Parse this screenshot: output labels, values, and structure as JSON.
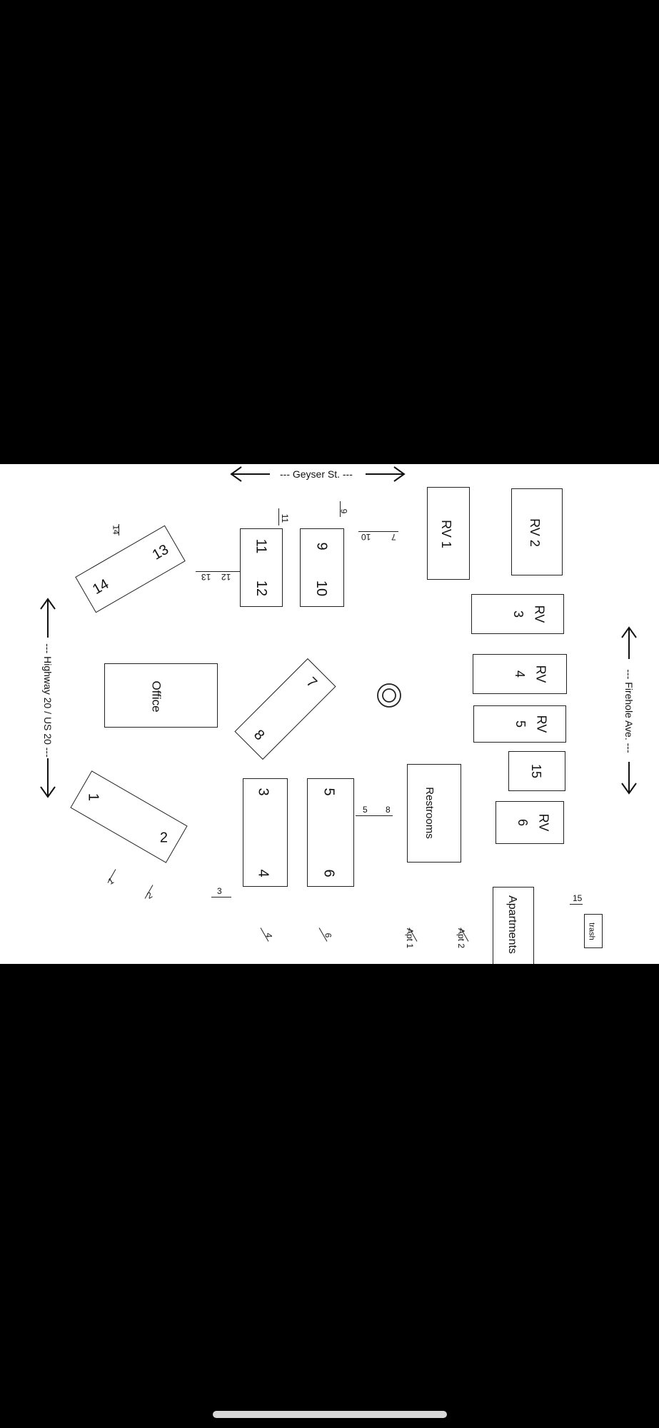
{
  "roads": {
    "top": "--- Geyser St. ---",
    "left": "--- Highway 20 / US 20 ---",
    "right": "--- Firehole Ave. ---"
  },
  "buildings": {
    "b14_13": [
      "14",
      "13"
    ],
    "b1_2": [
      "1",
      "2"
    ],
    "office": "Office",
    "b11_12": [
      "11",
      "12"
    ],
    "b9_10": [
      "9",
      "10"
    ],
    "b7_8": [
      "7",
      "8"
    ],
    "b3_4": [
      "3",
      "4"
    ],
    "b5_6": [
      "5",
      "6"
    ],
    "rv1": "RV 1",
    "rv2": "RV 2",
    "rv3": [
      "RV",
      "3"
    ],
    "rv4": [
      "RV",
      "4"
    ],
    "rv5": [
      "RV",
      "5"
    ],
    "b15": "15",
    "rv6": [
      "RV",
      "6"
    ],
    "restrooms": "Restrooms",
    "apartments": "Apartments",
    "trash": "trash"
  },
  "markers": {
    "m14": "14",
    "m13": "13",
    "m12": "12",
    "m11": "11",
    "m9": "9",
    "m10": "10",
    "m7": "7",
    "m1": "1",
    "m2": "2",
    "m3": "3",
    "m5": "5",
    "m8": "8",
    "m15": "15",
    "m4b": "4",
    "m6b": "6",
    "apt1": "Apt 1",
    "apt2": "Apt 2"
  }
}
